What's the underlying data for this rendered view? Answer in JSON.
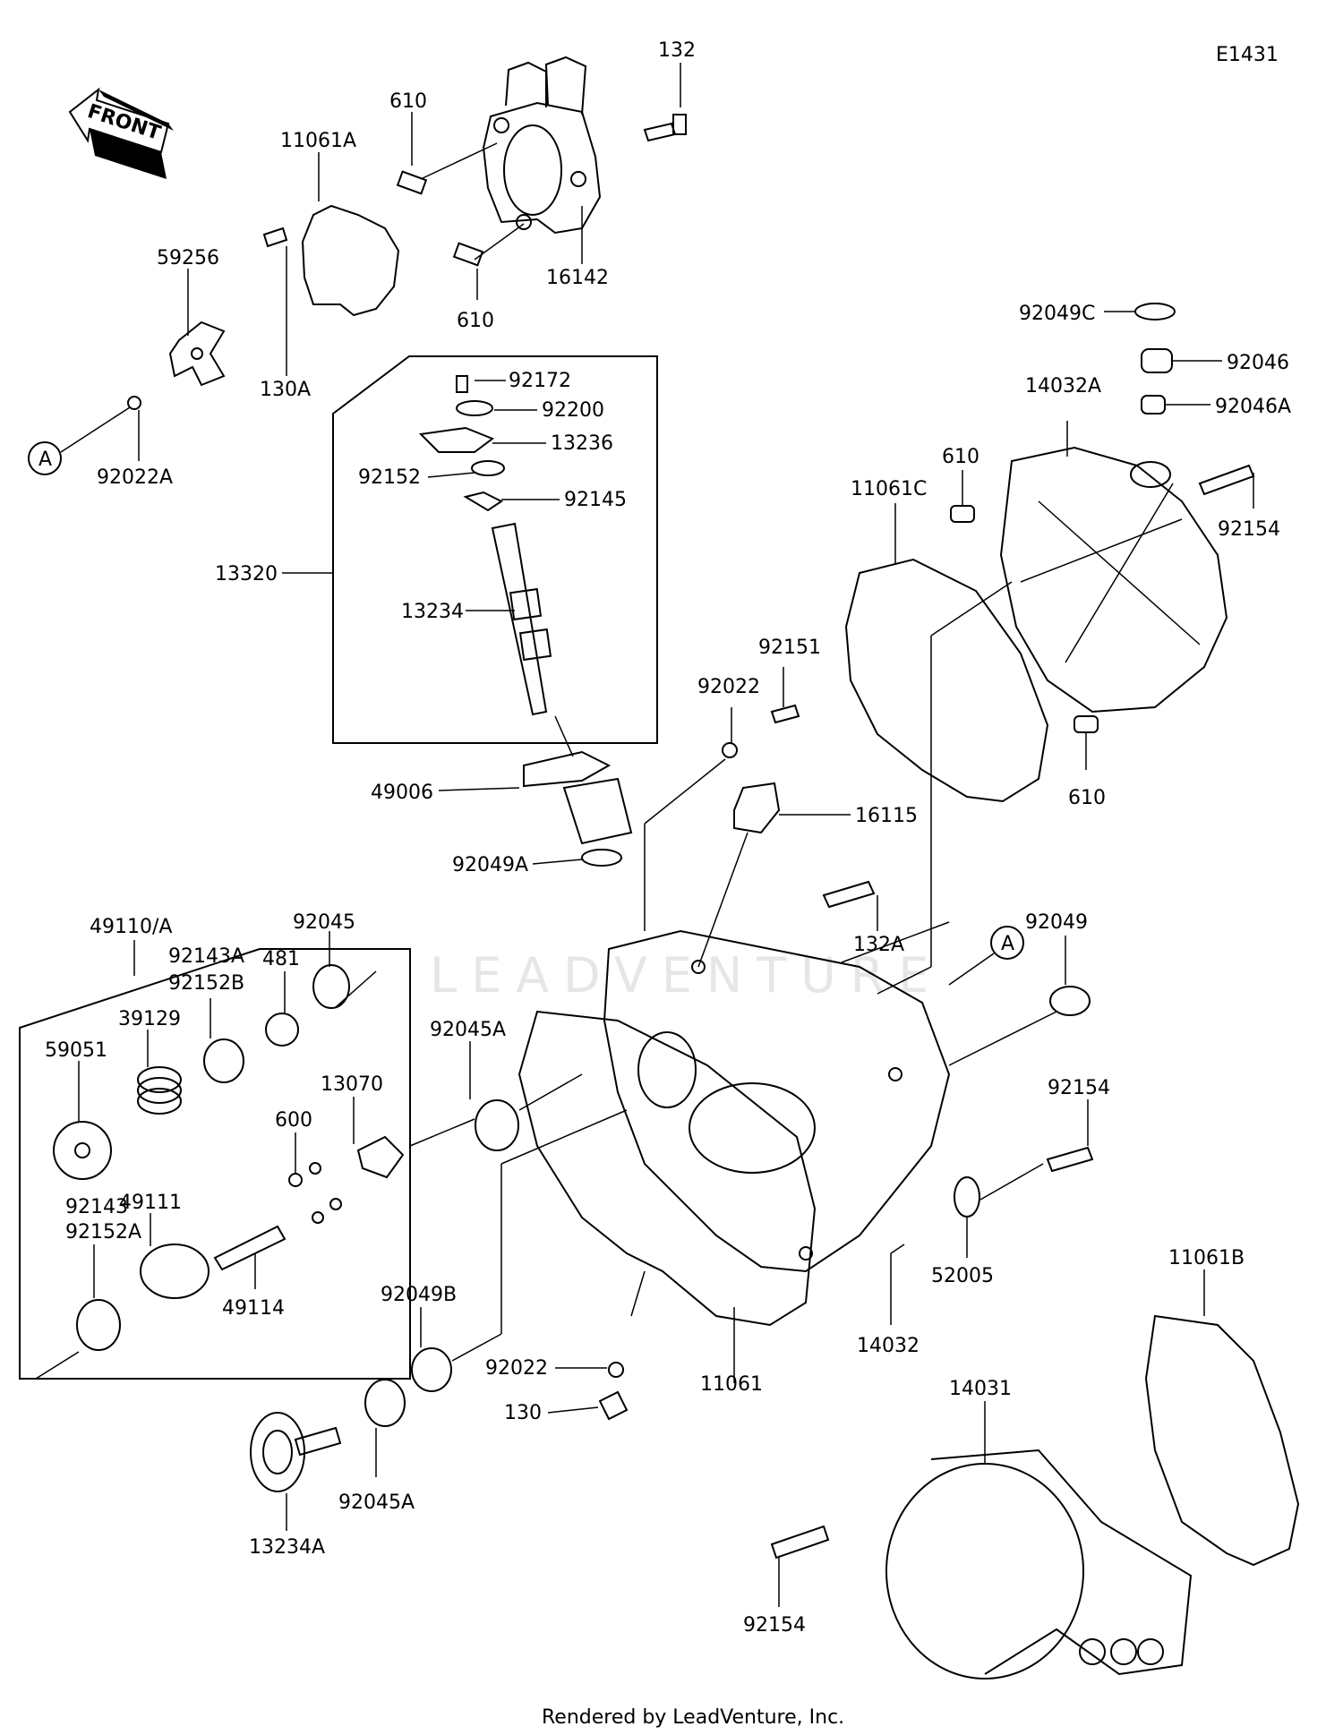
{
  "diagram_id": "E1431",
  "footer": "Rendered by LeadVenture, Inc.",
  "front_label": "FRONT",
  "callout_ref": "A",
  "watermark": "LEADVENTURE",
  "parts": {
    "p132": "132",
    "p610_top": "610",
    "p11061A": "11061A",
    "p16142": "16142",
    "p610_mid": "610",
    "p59256": "59256",
    "p130A": "130A",
    "p92022A": "92022A",
    "p92172": "92172",
    "p92200": "92200",
    "p13236": "13236",
    "p92152": "92152",
    "p92145": "92145",
    "p13320": "13320",
    "p13234": "13234",
    "p49006": "49006",
    "p92049C": "92049C",
    "p92046": "92046",
    "p14032A": "14032A",
    "p92046A": "92046A",
    "p610_r": "610",
    "p11061C": "11061C",
    "p92154_r": "92154",
    "p92151": "92151",
    "p92022_mid": "92022",
    "p610_r2": "610",
    "p16115": "16115",
    "p92049A": "92049A",
    "p132A": "132A",
    "p49110A": "49110/A",
    "p92045_box": "92045",
    "p92143A": "92143A",
    "p92152B": "92152B",
    "p481": "481",
    "p39129": "39129",
    "p13070": "13070",
    "p59051": "59051",
    "p600": "600",
    "p92143": "92143",
    "p92152A": "92152A",
    "p49111": "49111",
    "p49114": "49114",
    "p92045A_mid": "92045A",
    "p92049": "92049",
    "p92154_mid": "92154",
    "p52005": "52005",
    "p92049B": "92049B",
    "p92022_low": "92022",
    "p130": "130",
    "p11061": "11061",
    "p14032": "14032",
    "p11061B": "11061B",
    "p14031": "14031",
    "p92045A_low": "92045A",
    "p13234A": "13234A",
    "p92154_low": "92154"
  }
}
